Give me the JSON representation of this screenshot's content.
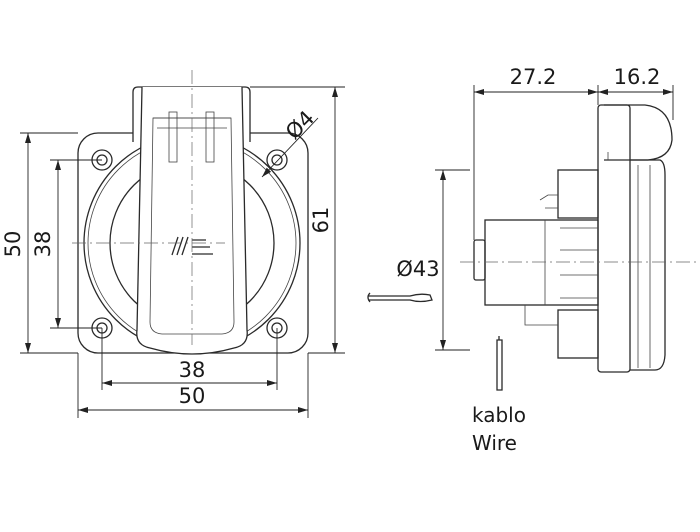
{
  "front_view": {
    "dim_height_outer": "50",
    "dim_height_holes": "38",
    "dim_height_total": "61",
    "dim_hole_diameter": "Ø4",
    "dim_width_holes": "38",
    "dim_width_outer": "50"
  },
  "side_view": {
    "dim_depth_rear": "27.2",
    "dim_depth_front": "16.2",
    "dim_diameter": "Ø43",
    "wire_label_tr": "kablo",
    "wire_label_en": "Wire"
  }
}
